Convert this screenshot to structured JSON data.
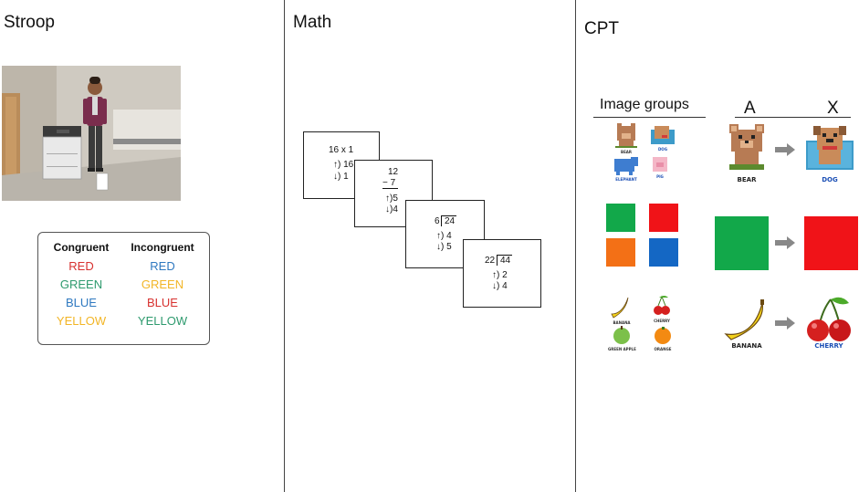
{
  "panels": {
    "stroop": {
      "title": "Stroop"
    },
    "math": {
      "title": "Math"
    },
    "cpt": {
      "title": "CPT"
    }
  },
  "stroop": {
    "congruent_header": "Congruent",
    "incongruent_header": "Incongruent",
    "congruent": [
      {
        "word": "RED",
        "color": "#d7312f"
      },
      {
        "word": "GREEN",
        "color": "#2e9a6e"
      },
      {
        "word": "BLUE",
        "color": "#2f79c0"
      },
      {
        "word": "YELLOW",
        "color": "#f2b526"
      }
    ],
    "incongruent": [
      {
        "word": "RED",
        "color": "#2f79c0"
      },
      {
        "word": "GREEN",
        "color": "#f2b526"
      },
      {
        "word": "BLUE",
        "color": "#d7312f"
      },
      {
        "word": "YELLOW",
        "color": "#2e9a6e"
      }
    ]
  },
  "math": {
    "card1": {
      "problem": "16 x 1",
      "up": "↑) 16",
      "down": "↓) 1"
    },
    "card2": {
      "top": "12",
      "bottom": "− 7",
      "up": "↑)5",
      "down": "↓)4"
    },
    "card3": {
      "divisor": "6",
      "dividend": "24",
      "up": "↑) 4",
      "down": "↓) 5"
    },
    "card4": {
      "divisor": "22",
      "dividend": "44",
      "up": "↑) 2",
      "down": "↓) 4"
    }
  },
  "cpt": {
    "image_groups": "Image groups",
    "a_label": "A",
    "x_label": "X",
    "animals": [
      "BEAR",
      "DOG",
      "ELEPHANT",
      "PIG"
    ],
    "fruits": [
      "BANANA",
      "CHERRY",
      "GREEN APPLE",
      "ORANGE"
    ],
    "square_colors": [
      "#12a84a",
      "#f01318",
      "#f37016",
      "#1467c4"
    ],
    "pair_animals": {
      "a": "BEAR",
      "x": "DOG"
    },
    "pair_fruits": {
      "a": "BANANA",
      "x": "CHERRY"
    },
    "arrow_color": "#888888"
  }
}
